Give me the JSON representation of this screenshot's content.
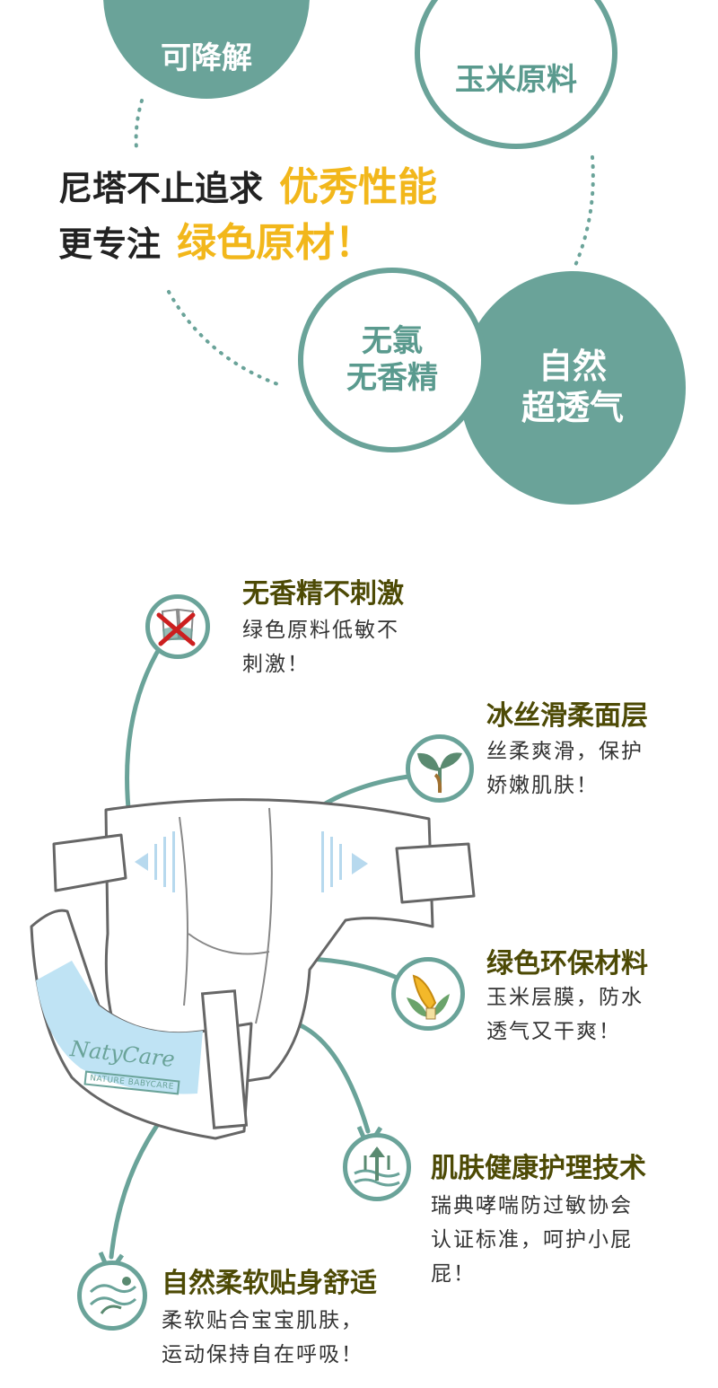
{
  "top": {
    "circles": [
      {
        "id": "degradable",
        "label": "可降解"
      },
      {
        "id": "corn",
        "label": "玉米原料"
      },
      {
        "id": "chlorine_free",
        "line1": "无氯",
        "line2": "无香精"
      },
      {
        "id": "breathable",
        "line1": "自然",
        "line2": "超透气"
      }
    ],
    "headline": {
      "line1": "尼塔不止追求",
      "line1_highlight": "优秀性能",
      "line2": "更专注",
      "line2_highlight": "绿色原材！"
    }
  },
  "brand": {
    "name": "NatyCare",
    "tagline": "NATURE BABYCARE"
  },
  "features": [
    {
      "title": "无香精不刺激",
      "desc_line1": "绿色原料低敏不",
      "desc_line2": "刺激！",
      "icon": "no-fragrance-icon"
    },
    {
      "title": "冰丝滑柔面层",
      "desc_line1": "丝柔爽滑，保护",
      "desc_line2": "娇嫩肌肤！",
      "icon": "leaf-sprout-icon"
    },
    {
      "title": "绿色环保材料",
      "desc_line1": "玉米层膜，防水",
      "desc_line2": "透气又干爽！",
      "icon": "corn-icon"
    },
    {
      "title": "肌肤健康护理技术",
      "desc_line1": "瑞典哮喘防过敏协会",
      "desc_line2": "认证标准，呵护小屁",
      "desc_line3": "屁！",
      "icon": "skin-care-icon"
    },
    {
      "title": "自然柔软贴身舒适",
      "desc_line1": "柔软贴合宝宝肌肤，",
      "desc_line2": "运动保持自在呼吸！",
      "icon": "soft-comfort-icon"
    }
  ],
  "colors": {
    "teal": "#6aa399",
    "yellow": "#f2b71b",
    "olive": "#4d4a05",
    "dark": "#222222"
  }
}
